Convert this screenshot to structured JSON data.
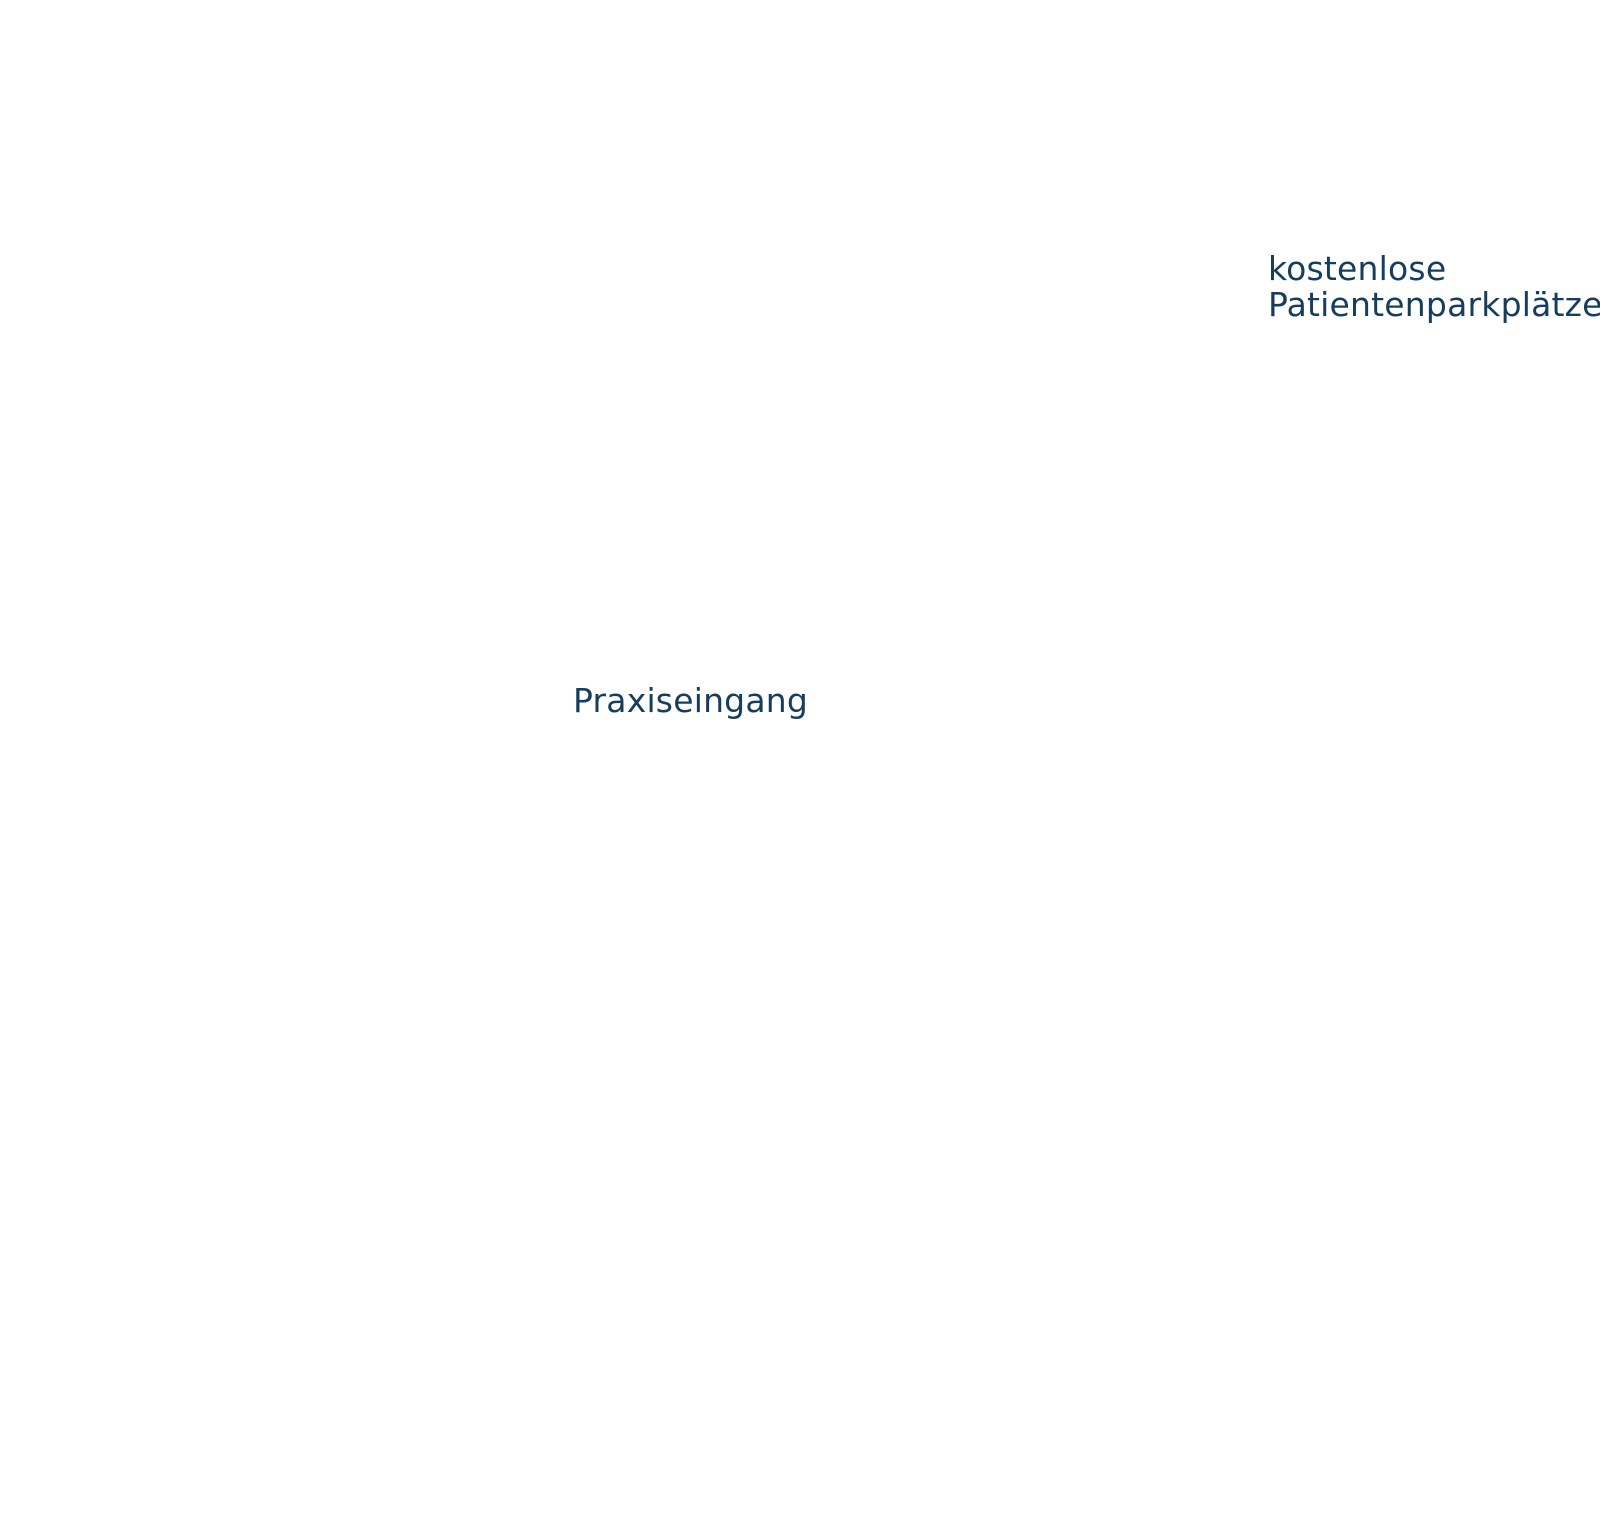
{
  "colors": {
    "label_text": "#163d5e",
    "background": "#ffffff"
  },
  "labels": {
    "parking": {
      "line1": "kostenlose",
      "line2": "Patientenparkplätze"
    },
    "entrance": "Praxiseingang"
  }
}
